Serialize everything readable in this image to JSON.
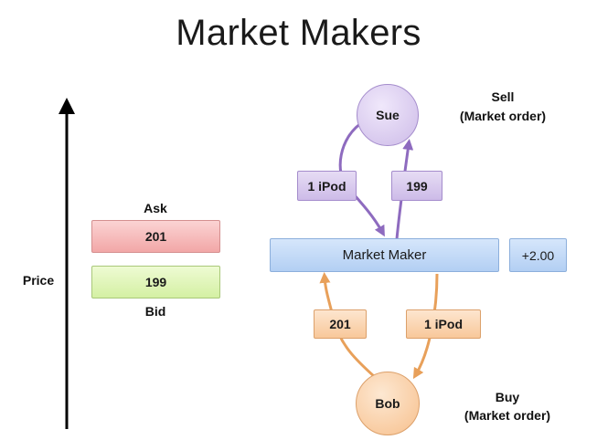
{
  "title": "Market Makers",
  "axis": {
    "label": "Price"
  },
  "order_book": {
    "ask_label": "Ask",
    "ask_value": "201",
    "bid_value": "199",
    "bid_label": "Bid"
  },
  "market_maker": {
    "label": "Market Maker",
    "spread": "+2.00"
  },
  "seller": {
    "name": "Sue",
    "role": "Sell",
    "order_type": "(Market order)",
    "gives": "1 iPod",
    "receives": "199"
  },
  "buyer": {
    "name": "Bob",
    "role": "Buy",
    "order_type": "(Market order)",
    "pays": "201",
    "receives": "1 iPod"
  },
  "colors": {
    "ask": "#f2a7a7",
    "bid": "#d4f0a3",
    "market_maker": "#b3cff3",
    "seller": "#8e6bbf",
    "buyer": "#e8a05a"
  }
}
